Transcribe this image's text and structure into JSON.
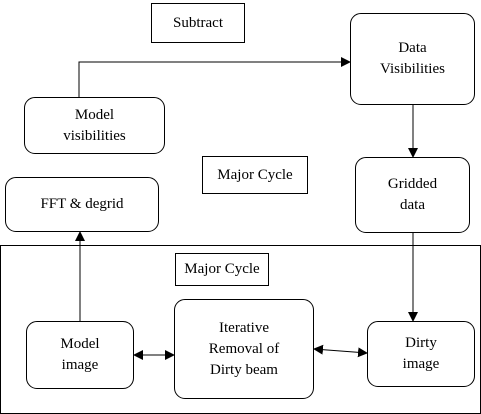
{
  "labels": {
    "subtract": "Subtract",
    "major_cycle_outer": "Major Cycle",
    "major_cycle_inner": "Major Cycle"
  },
  "nodes": {
    "data_visibilities": "Data\nVisibilities",
    "model_visibilities": "Model\nvisibilities",
    "gridded_data": "Gridded\ndata",
    "fft_degrid": "FFT & degrid",
    "model_image": "Model\nimage",
    "iterative_removal": "Iterative\nRemoval of\nDirty beam",
    "dirty_image": "Dirty\nimage"
  },
  "colors": {
    "stroke": "#000000",
    "background": "#ffffff"
  }
}
